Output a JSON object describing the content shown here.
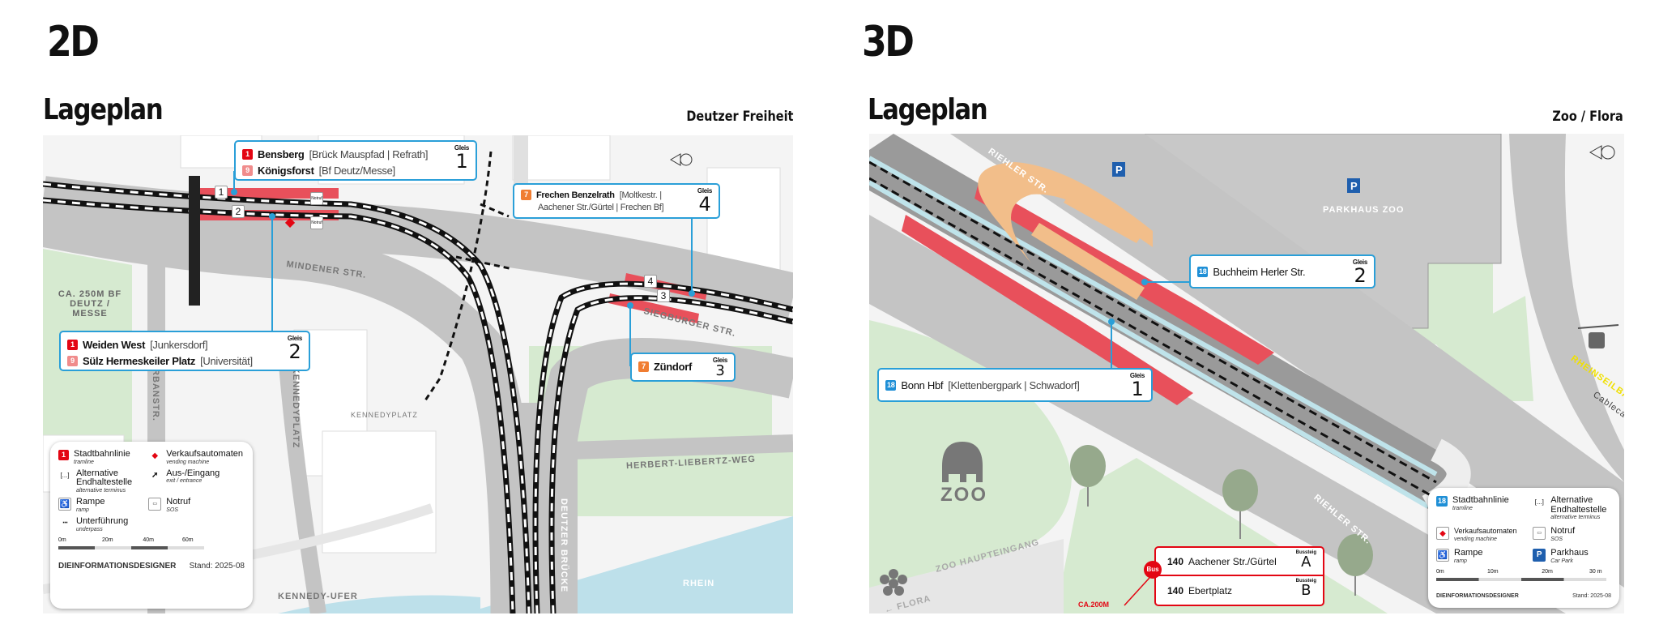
{
  "left": {
    "heading": "2D",
    "title": "Lageplan",
    "station": "Deutzer Freiheit",
    "boxes": {
      "g1": {
        "rows": [
          {
            "line": "1",
            "dest": "Bensberg",
            "via": "[Brück Mauspfad | Refrath]"
          },
          {
            "line": "9",
            "dest": "Königsforst",
            "via": "[Bf Deutz/Messe]"
          }
        ],
        "gleis_label": "Gleis",
        "gleis": "1"
      },
      "g2": {
        "rows": [
          {
            "line": "1",
            "dest": "Weiden West",
            "via": "[Junkersdorf]"
          },
          {
            "line": "9",
            "dest": "Sülz Hermeskeiler Platz",
            "via": "[Universität]"
          }
        ],
        "gleis_label": "Gleis",
        "gleis": "2"
      },
      "g4": {
        "rows": [
          {
            "line": "7",
            "dest": "Frechen Benzelrath",
            "via": "[Moltkestr. |"
          },
          {
            "line": "",
            "dest": "",
            "via": "Aachener Str./Gürtel | Frechen Bf]"
          }
        ],
        "gleis_label": "Gleis",
        "gleis": "4"
      },
      "g3": {
        "rows": [
          {
            "line": "7",
            "dest": "Zündorf",
            "via": ""
          }
        ],
        "gleis_label": "Gleis",
        "gleis": "3"
      }
    },
    "track_numbers": [
      "1",
      "2",
      "3",
      "4"
    ],
    "streets": {
      "mindener": "MINDENER STR.",
      "siegburger": "SIEGBURGER STR.",
      "urban": "URBANSTR.",
      "kennedyplatz_road": "KENNEDYPLATZ",
      "kennedyplatz": "KENNEDYPLATZ",
      "liebertz": "HERBERT-LIEBERTZ-WEG",
      "bruecke": "DEUTZER BRÜCKE",
      "ufer": "KENNEDY-UFER",
      "rhein": "RHEIN",
      "deutz": "CA. 250M BF DEUTZ / MESSE"
    },
    "notruf": "Notruf",
    "legend": {
      "items": [
        {
          "label": "Stadtbahnlinie",
          "en": "tramline",
          "icon": "1"
        },
        {
          "label": "Verkaufsautomaten",
          "en": "vending machine",
          "icon": "vending-icon"
        },
        {
          "label": "Alternative Endhaltestelle",
          "en": "alternative terminus",
          "icon": "[...]"
        },
        {
          "label": "Aus-/Eingang",
          "en": "exit / entrance",
          "icon": "exit-arrow-icon"
        },
        {
          "label": "Rampe",
          "en": "ramp",
          "icon": "ramp-icon"
        },
        {
          "label": "Notruf",
          "en": "SOS",
          "icon": "sos-icon"
        },
        {
          "label": "Unterführung",
          "en": "underpass",
          "icon": "underpass-icon"
        }
      ],
      "scale": [
        "0m",
        "20m",
        "40m",
        "60m"
      ],
      "brand": "DIEINFORMATIONSDESIGNER",
      "stand": "Stand: 2025-08"
    }
  },
  "right": {
    "heading": "3D",
    "title": "Lageplan",
    "station": "Zoo / Flora",
    "boxes": {
      "g2": {
        "line": "18",
        "dest": "Buchheim Herler Str.",
        "via": "",
        "gleis_label": "Gleis",
        "gleis": "2"
      },
      "g1": {
        "line": "18",
        "dest": "Bonn Hbf",
        "via": "[Klettenbergpark | Schwadorf]",
        "gleis_label": "Gleis",
        "gleis": "1"
      }
    },
    "bus": {
      "badge": "Bus",
      "rows": [
        {
          "line": "140",
          "dest": "Aachener Str./Gürtel",
          "steig_label": "Bussteig",
          "steig": "A"
        },
        {
          "line": "140",
          "dest": "Ebertplatz",
          "steig_label": "Bussteig",
          "steig": "B"
        }
      ],
      "distance": "CA.200M"
    },
    "streets": {
      "riehler_top": "RIEHLER STR.",
      "riehler_bottom": "RIEHLER STR.",
      "haupteingang": "ZOO HAUPTEINGANG",
      "flora": "FLORA",
      "parkhaus": "PARKHAUS ZOO",
      "zoo": "ZOO",
      "seilbahn": "RHEINSEILBAHN",
      "cablecar": "Cablecar"
    },
    "legend": {
      "items": [
        {
          "label": "Stadtbahnlinie",
          "en": "tramline",
          "icon": "18"
        },
        {
          "label": "Alternative Endhaltestelle",
          "en": "alternative terminus",
          "icon": "[...]"
        },
        {
          "label": "Verkaufsautomaten",
          "en": "vending machine",
          "icon": "vending-icon"
        },
        {
          "label": "Notruf",
          "en": "SOS",
          "icon": "sos-icon"
        },
        {
          "label": "Rampe",
          "en": "ramp",
          "icon": "ramp-icon"
        },
        {
          "label": "Parkhaus",
          "en": "Car Park",
          "icon": "P"
        }
      ],
      "scale": [
        "0m",
        "10m",
        "20m",
        "30 m"
      ],
      "brand": "DIEINFORMATIONSDESIGNER",
      "stand": "Stand: 2025-08"
    }
  },
  "colors": {
    "tram_red": "#e30613",
    "box_blue": "#2a9fd8",
    "platform": "#e8505b",
    "green": "#d6ead0",
    "road": "#c4c4c4",
    "water": "#bde0ea"
  }
}
